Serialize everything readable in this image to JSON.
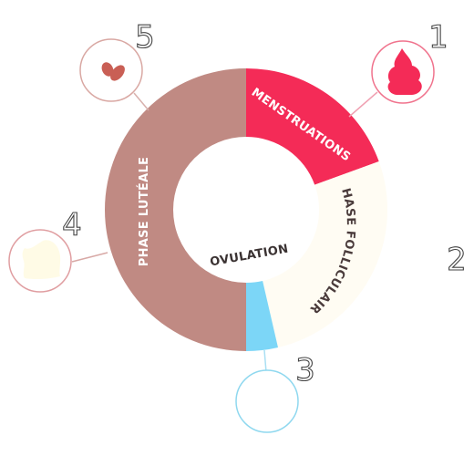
{
  "labels": {
    "menstruations": "MENSTRUATIONS",
    "phase_folliculaire": "PHASE FOLLICULAIRE",
    "ovulation": "OVULATION",
    "phase_luteale": "PHASE LUTÉALE"
  },
  "numbers": [
    "1",
    "2",
    "3",
    "4",
    "5"
  ],
  "colors": {
    "menstruations": "#f42b57",
    "folliculaire": "#fffcf3",
    "ovulation": "#7cd6f7",
    "luteale": "#c08a83"
  },
  "icons": {
    "callout_1": "blood-drop-icon",
    "callout_3": "empty-circle-icon",
    "callout_4": "cream-blob-icon",
    "callout_5": "pill-pair-icon"
  }
}
